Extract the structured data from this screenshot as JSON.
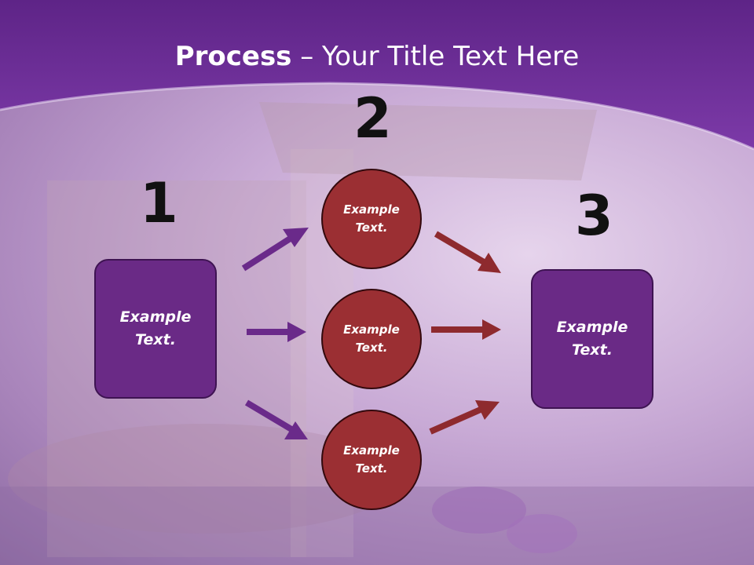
{
  "title": {
    "bold": "Process",
    "rest": " – Your Title Text Here"
  },
  "steps": {
    "one": "1",
    "two": "2",
    "three": "3"
  },
  "left_box": {
    "text": "Example\nText."
  },
  "right_box": {
    "text": "Example\nText."
  },
  "circles": [
    {
      "text": "Example\nText."
    },
    {
      "text": "Example\nText."
    },
    {
      "text": "Example\nText."
    }
  ],
  "colors": {
    "header": "#6a2a8c",
    "box": "#6a2a86",
    "circle": "#9b2f33",
    "arrow_purple": "#6a2a8a",
    "arrow_red": "#8e2a2e"
  }
}
